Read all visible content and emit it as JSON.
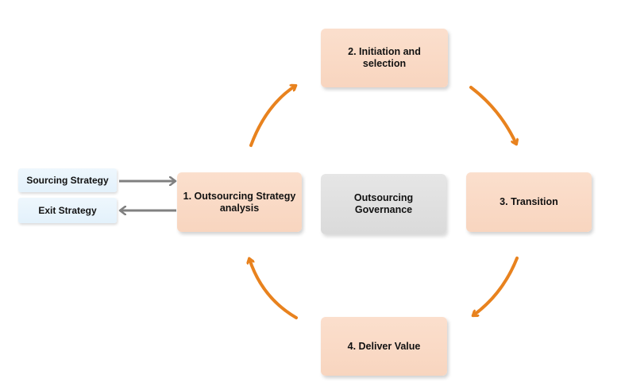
{
  "diagram": {
    "center_label": "Outsourcing Governance",
    "steps": [
      "1. Outsourcing Strategy analysis",
      "2. Initiation and selection",
      "3. Transition",
      "4. Deliver Value"
    ],
    "side_boxes": {
      "sourcing": "Sourcing Strategy",
      "exit": "Exit Strategy"
    }
  },
  "colors": {
    "step_fill": "#f9d9c5",
    "center_fill": "#e0e0e0",
    "side_fill": "#e8f4fc",
    "cycle_arrow": "#e8821e",
    "side_arrow": "#808080"
  }
}
